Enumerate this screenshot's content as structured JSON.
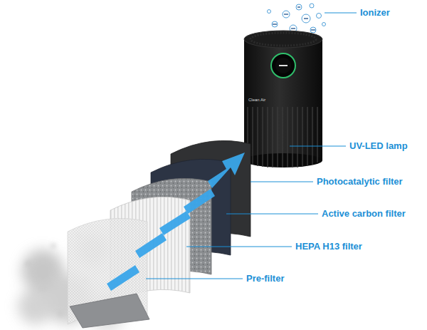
{
  "diagram": {
    "labels": [
      "Ionizer",
      "UV-LED lamp",
      "Photocatalytic filter",
      "Active carbon filter",
      "HEPA H13 filter",
      "Pre-filter",
      "Clean Air"
    ]
  }
}
